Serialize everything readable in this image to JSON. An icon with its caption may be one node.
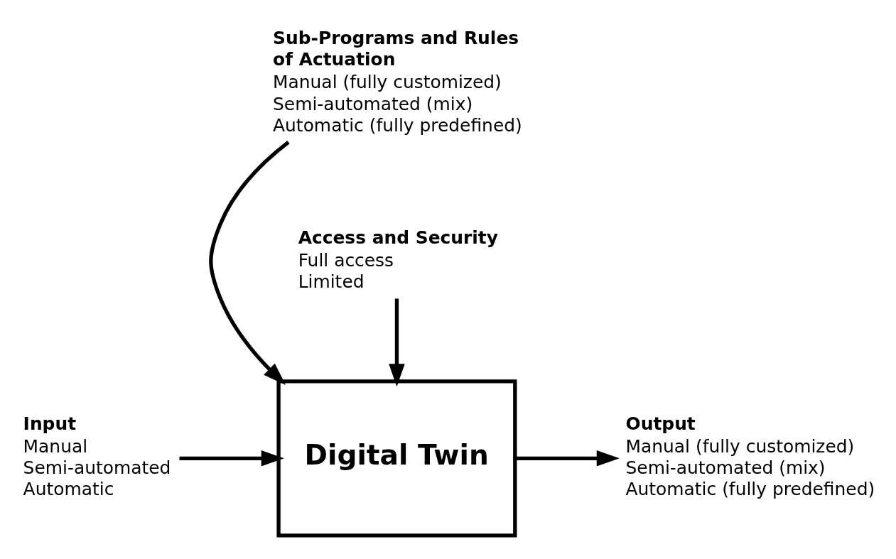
{
  "diagram": {
    "nodes": [
      {
        "text": [
          "Digital Twin"
        ]
      },
      {
        "text": [
          "Input",
          "Manual",
          "Semi-automated",
          "Automatic"
        ]
      },
      {
        "text": [
          "Sub-Programs and Rules of Actuation",
          "Manual (fully customized)",
          "Semi-automated (mix)",
          "Automatic (fully predefined)"
        ]
      },
      {
        "text": [
          "Output",
          "Manual (fully customized)",
          "Semi-automated (mix)",
          "Automatic (fully predefined)"
        ]
      },
      {
        "text": [
          "Access and Security",
          "Full access",
          "Limited"
        ]
      }
    ],
    "edges": [
      {
        "from": 1,
        "to": 0,
        "arrow": "to"
      },
      {
        "from": 2,
        "to": 0,
        "arrow": "to"
      },
      {
        "from": 0,
        "to": 3,
        "arrow": "to"
      },
      {
        "from": 4,
        "to": 0,
        "arrow": "to"
      }
    ]
  }
}
